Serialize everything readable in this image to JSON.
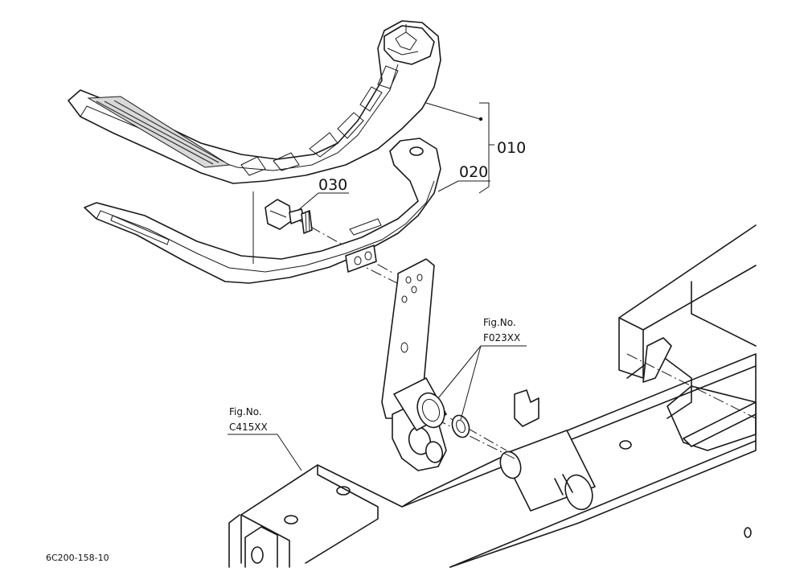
{
  "diagram": {
    "callouts": {
      "part_010": "010",
      "part_020": "020",
      "part_030": "030"
    },
    "refs": {
      "fig_ref_1_label": "Fig.No.",
      "fig_ref_1_code": "F023XX",
      "fig_ref_2_label": "Fig.No.",
      "fig_ref_2_code": "C415XX"
    },
    "drawing_code": "6C200-158-10"
  }
}
